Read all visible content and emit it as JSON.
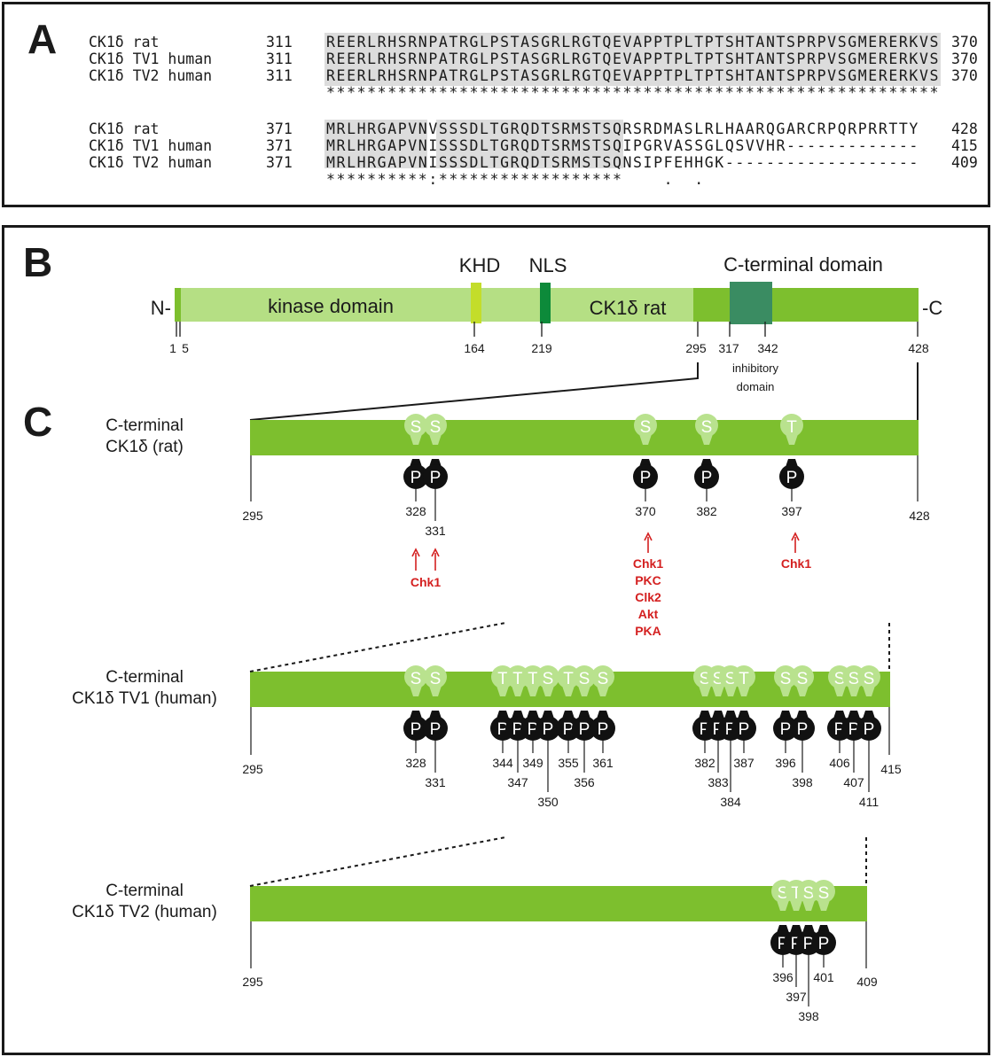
{
  "panelA": {
    "letter": "A",
    "block1": {
      "rows": [
        {
          "name": "CK1δ rat",
          "start": "311",
          "seq": "REERLRHSRNPATRGLPSTASGRLRGTQEVAPPTPLTPTSHTANTSPRPVSGMERERKVS",
          "end": "370"
        },
        {
          "name": "CK1δ TV1 human",
          "start": "311",
          "seq": "REERLRHSRNPATRGLPSTASGRLRGTQEVAPPTPLTPTSHTANTSPRPVSGMERERKVS",
          "end": "370"
        },
        {
          "name": "CK1δ TV2 human",
          "start": "311",
          "seq": "REERLRHSRNPATRGLPSTASGRLRGTQEVAPPTPLTPTSHTANTSPRPVSGMERERKVS",
          "end": "370"
        }
      ],
      "consensus": "************************************************************"
    },
    "block2": {
      "rows": [
        {
          "name": "CK1δ rat",
          "start": "371",
          "seq": "MRLHRGAPVNVSSSDLTGRQDTSRMSTSQRSRDMASLRLHAARQGARCRPQRPRRTTY",
          "end": "428"
        },
        {
          "name": "CK1δ TV1 human",
          "start": "371",
          "seq": "MRLHRGAPVNISSSDLTGRQDTSRMSTSQIPGRVASSGLQSVVHR-------------",
          "end": "415"
        },
        {
          "name": "CK1δ TV2 human",
          "start": "371",
          "seq": "MRLHRGAPVNISSSDLTGRQDTSRMSTSQNSIPFEHHGK-------------------",
          "end": "409"
        }
      ],
      "consensus": "**********:******************    .  ."
    }
  },
  "panelB": {
    "letter": "B",
    "n_term": "N-",
    "c_term": "-C",
    "kinase_label": "kinase domain",
    "protein_label": "CK1δ rat",
    "khd_label": "KHD",
    "nls_label": "NLS",
    "cterm_label": "C-terminal domain",
    "inhibitory_label_1": "inhibitory",
    "inhibitory_label_2": "domain",
    "ticks": [
      "1",
      "5",
      "164",
      "219",
      "295",
      "317",
      "342",
      "428"
    ]
  },
  "panelC": {
    "letter": "C",
    "rat": {
      "title_1": "C-terminal",
      "title_2": "CK1δ (rat)",
      "start": "295",
      "end": "428",
      "sites": [
        {
          "residue": "S",
          "pos": "328"
        },
        {
          "residue": "S",
          "pos": "331"
        },
        {
          "residue": "S",
          "pos": "370"
        },
        {
          "residue": "S",
          "pos": "382"
        },
        {
          "residue": "T",
          "pos": "397"
        }
      ],
      "kinases": [
        {
          "names": [
            "Chk1"
          ]
        },
        {
          "names": [
            "Chk1",
            "PKC",
            "Clk2",
            "Akt",
            "PKA"
          ]
        },
        {
          "names": [
            "Chk1"
          ]
        }
      ]
    },
    "tv1": {
      "title_1": "C-terminal",
      "title_2": "CK1δ TV1 (human)",
      "start": "295",
      "end": "415",
      "sites": [
        {
          "residue": "S",
          "pos": "328"
        },
        {
          "residue": "S",
          "pos": "331"
        },
        {
          "residue": "T",
          "pos": "344"
        },
        {
          "residue": "T",
          "pos": "347"
        },
        {
          "residue": "T",
          "pos": "349"
        },
        {
          "residue": "S",
          "pos": "350"
        },
        {
          "residue": "T",
          "pos": "355"
        },
        {
          "residue": "S",
          "pos": "356"
        },
        {
          "residue": "S",
          "pos": "361"
        },
        {
          "residue": "S",
          "pos": "382"
        },
        {
          "residue": "S",
          "pos": "383"
        },
        {
          "residue": "S",
          "pos": "384"
        },
        {
          "residue": "T",
          "pos": "387"
        },
        {
          "residue": "S",
          "pos": "396"
        },
        {
          "residue": "S",
          "pos": "398"
        },
        {
          "residue": "S",
          "pos": "406"
        },
        {
          "residue": "S",
          "pos": "407"
        },
        {
          "residue": "S",
          "pos": "411"
        }
      ]
    },
    "tv2": {
      "title_1": "C-terminal",
      "title_2": "CK1δ TV2 (human)",
      "start": "295",
      "end": "409",
      "sites": [
        {
          "residue": "S",
          "pos": "396"
        },
        {
          "residue": "T",
          "pos": "397"
        },
        {
          "residue": "S",
          "pos": "398"
        },
        {
          "residue": "S",
          "pos": "401"
        }
      ]
    },
    "phospho_label": "P"
  },
  "colors": {
    "bar_green": "#7dbf2e",
    "light_green": "#b5df84",
    "khd": "#c3dd2a",
    "nls": "#0d8a3a",
    "inhibitory": "#3a8c62",
    "residue_blob": "#b9e28e",
    "phospho": "#111111",
    "kinase_red": "#d42020"
  }
}
